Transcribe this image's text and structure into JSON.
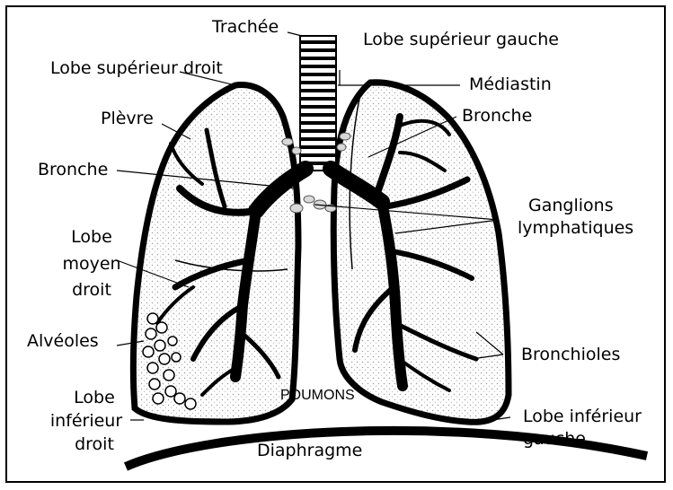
{
  "labels": {
    "trachee": "Trachée",
    "lobe_superieur_gauche": "Lobe supérieur gauche",
    "lobe_superieur_droit": "Lobe supérieur droit",
    "mediastin": "Médiastin",
    "plevre": "Plèvre",
    "bronche_left": "Bronche",
    "bronche_right": "Bronche",
    "ganglions_1": "Ganglions",
    "ganglions_2": "lymphatiques",
    "lobe_moyen_1": "Lobe",
    "lobe_moyen_2": "moyen",
    "lobe_moyen_3": "droit",
    "alveoles": "Alvéoles",
    "bronchioles": "Bronchioles",
    "poumons": "POUMONS",
    "lobe_inf_droit_1": "Lobe",
    "lobe_inf_droit_2": "inférieur",
    "lobe_inf_droit_3": "droit",
    "lobe_inf_gauche_1": "Lobe inférieur",
    "lobe_inf_gauche_2": "gauche",
    "diaphragme": "Diaphragme"
  },
  "colors": {
    "ink": "#000000",
    "paper": "#ffffff",
    "stipple": "#bdbdbd",
    "node_fill": "#d9d9d9"
  }
}
